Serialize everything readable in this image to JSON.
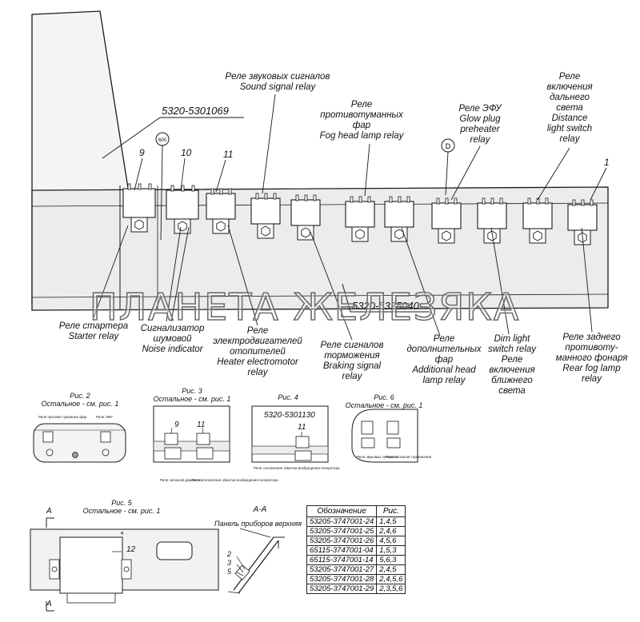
{
  "colors": {
    "line": "#1a1a1a",
    "panel_shade": "#ececec"
  },
  "main": {
    "part_numbers": {
      "bracket": "5320-5301069",
      "panel": "5320-5325040"
    },
    "markers": {
      "m600": "600",
      "mD": "D"
    },
    "callouts": {
      "c9": "9",
      "c10": "10",
      "c11": "11",
      "c1": "1"
    },
    "labels": {
      "sound": [
        "Реле звуковых сигналов",
        "Sound signal relay"
      ],
      "fog": [
        "Реле",
        "противотуманных",
        "фар",
        "Fog head lamp relay"
      ],
      "efu": [
        "Реле ЭФУ",
        "Glow plug",
        "preheater",
        "relay"
      ],
      "distance": [
        "Реле",
        "включения",
        "дальнего",
        "света",
        "Distance",
        "light switch",
        "relay"
      ],
      "starter": [
        "Реле стартера",
        "Starter relay"
      ],
      "noise": [
        "Сигнализатор",
        "шумовой",
        "Noise indicator"
      ],
      "heater": [
        "Реле",
        "электродвигателей",
        "отопителей",
        "Heater electromotor",
        "relay"
      ],
      "braking": [
        "Реле сигналов",
        "торможения",
        "Braking signal",
        "relay"
      ],
      "additional": [
        "Реле",
        "дополнительных",
        "фар",
        "Additional head",
        "lamp relay"
      ],
      "dim": [
        "Dim light",
        "switch relay",
        "Реле",
        "включения",
        "ближнего",
        "света"
      ],
      "rearfog": [
        "Реле заднего",
        "противоту-",
        "манного фонаря",
        "Rear fog lamp",
        "relay"
      ]
    }
  },
  "watermark": "ПЛАНЕТА ЖЕЛЕЗЯКА",
  "figures": {
    "fig2": {
      "title": "Рис. 2",
      "note": "Остальное - см. рис. 1",
      "small1": "Реле противо-туманных фар",
      "small2": "Реле ЭФУ"
    },
    "fig3": {
      "title": "Рис. 3",
      "note": "Остальное - см. рис. 1",
      "n1": "9",
      "n2": "11",
      "small1": "Реле сигналов двигателя",
      "small2": "Реле отключения обмотки возбуждения генератора"
    },
    "fig4": {
      "title": "Рис. 4",
      "part": "5320-5301130",
      "n1": "11",
      "small1": "Реле отключения обмотки возбуждения генератора"
    },
    "fig6": {
      "title": "Рис. 6",
      "note": "Остальное - см. рис. 1",
      "small1": "Реле звуковых сигналов",
      "small2": "Реле сигналов торможения"
    },
    "fig5": {
      "title": "Рис. 5",
      "note": "Остальное - см. рис. 1",
      "n12": "12",
      "plus": "+",
      "section": "A",
      "section2": "A"
    },
    "section_aa": {
      "title": "A-A",
      "subtitle": "Панель приборов верхняя",
      "n2": "2",
      "n3": "3",
      "n5": "5"
    }
  },
  "table": {
    "headers": [
      "Обозначение",
      "Рис."
    ],
    "rows": [
      [
        "53205-3747001-24",
        "1,4,5"
      ],
      [
        "53205-3747001-25",
        "2,4,6"
      ],
      [
        "53205-3747001-26",
        "4,5,6"
      ],
      [
        "65115-3747001-04",
        "1,5,3"
      ],
      [
        "65115-3747001-14",
        "5,6,3"
      ],
      [
        "53205-3747001-27",
        "2,4,5"
      ],
      [
        "53205-3747001-28",
        "2,4,5,6"
      ],
      [
        "53205-3747001-29",
        "2,3,5,6"
      ]
    ]
  }
}
